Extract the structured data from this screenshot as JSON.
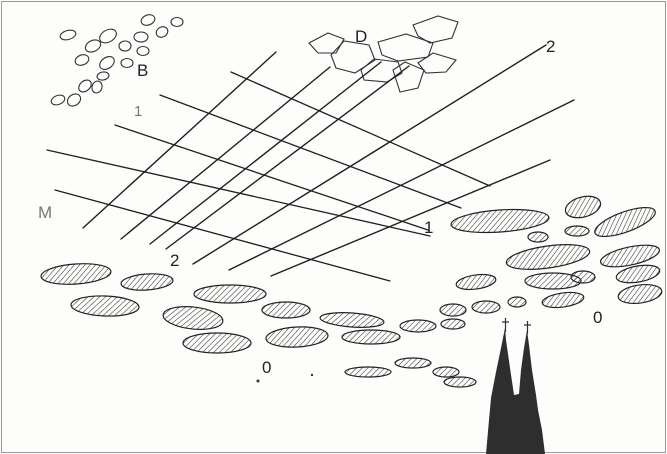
{
  "labels": {
    "b": "B",
    "d": "D",
    "m": "M",
    "one_upper": "1",
    "one_lower": "1",
    "two_upper": "2",
    "two_lower": "2",
    "zero_right": "0",
    "zero_lower": "0"
  },
  "colors": {
    "ink": "#222222",
    "frame": "#9a9a9a",
    "cathedral": "#2e2e2e"
  },
  "icons": {
    "cathedral": "cathedral-silhouette-icon"
  }
}
